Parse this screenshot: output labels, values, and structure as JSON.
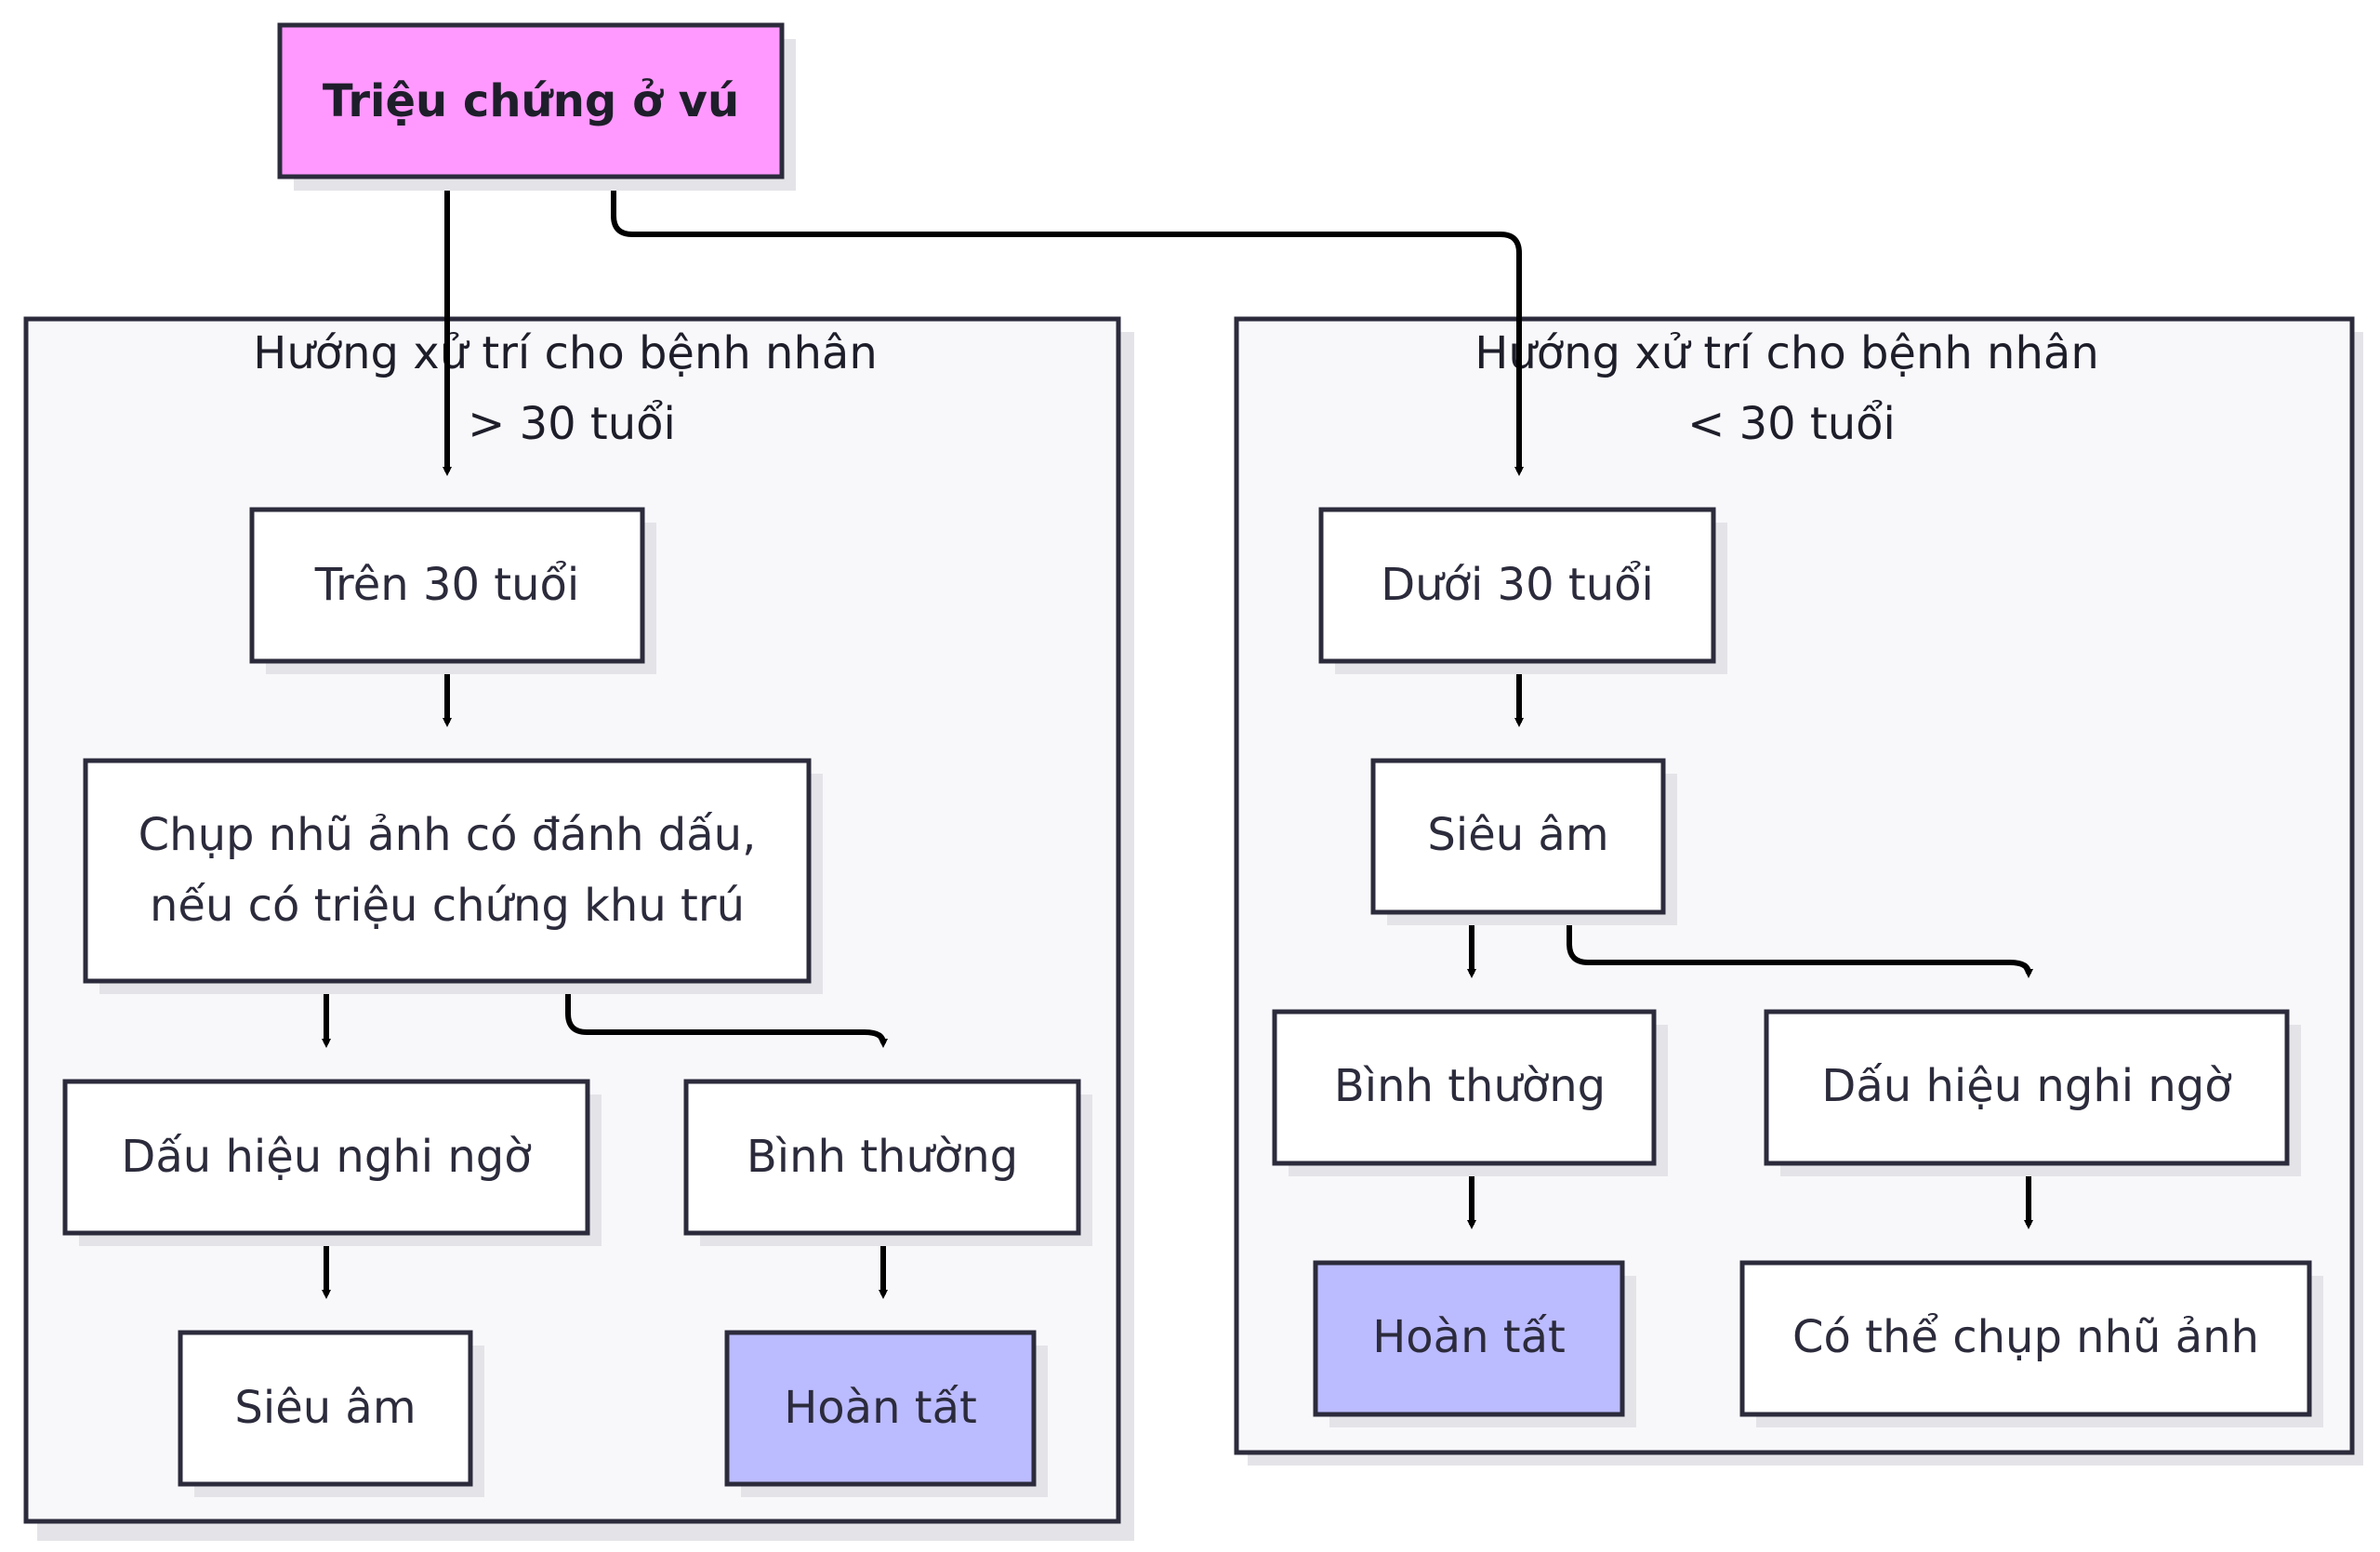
{
  "diagram": {
    "root": {
      "label": "Triệu chứng ở vú"
    },
    "subgraphs": {
      "over30": {
        "title_line1": "Hướng xử trí cho bệnh nhân",
        "title_line2": "> 30 tuổi"
      },
      "under30": {
        "title_line1": "Hướng xử trí cho bệnh nhân",
        "title_line2": "< 30 tuổi"
      }
    },
    "nodes": {
      "tren30": {
        "label": "Trên 30 tuổi"
      },
      "chup_line1": {
        "label": "Chụp nhũ ảnh có đánh dấu,"
      },
      "chup_line2": {
        "label": "nếu có triệu chứng khu trú"
      },
      "dau_hieu_left": {
        "label": "Dấu hiệu nghi ngờ"
      },
      "binh_thuong_left": {
        "label": "Bình thường"
      },
      "sieu_am_left": {
        "label": "Siêu âm"
      },
      "hoan_tat_left": {
        "label": "Hoàn tất"
      },
      "duoi30": {
        "label": "Dưới 30 tuổi"
      },
      "sieu_am_right": {
        "label": "Siêu âm"
      },
      "binh_thuong_right": {
        "label": "Bình thường"
      },
      "dau_hieu_right": {
        "label": "Dấu hiệu nghi ngờ"
      },
      "hoan_tat_right": {
        "label": "Hoàn tất"
      },
      "co_the_chup": {
        "label": "Có thể chụp nhũ ảnh"
      }
    },
    "colors": {
      "root_fill": "#ff99ff",
      "terminal_fill": "#bbbbff",
      "node_fill": "#ffffff",
      "cluster_fill": "#f8f8fb",
      "stroke": "#2b2b3c",
      "edge": "#000000",
      "shadow": "#e4e4e8"
    }
  }
}
